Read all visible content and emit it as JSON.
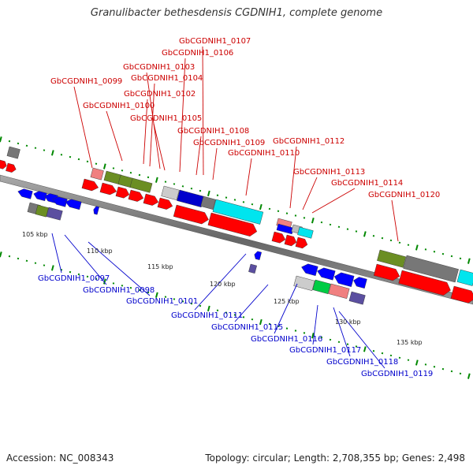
{
  "title": "Granulibacter bethesdensis CGDNIH1, complete genome",
  "footer": {
    "accession": "Accession: NC_008343",
    "summary": "Topology: circular; Length: 2,708,355 bp; Genes: 2,498"
  },
  "scale_labels": [
    "105 kbp",
    "110 kbp",
    "115 kbp",
    "120 kbp",
    "125 kbp",
    "130 kbp",
    "135 kbp"
  ],
  "genes_top": [
    "GbCGDNIH1_0107",
    "GbCGDNIH1_0106",
    "GbCGDNIH1_0103",
    "GbCGDNIH1_0104",
    "GbCGDNIH1_0099",
    "GbCGDNIH1_0102",
    "GbCGDNIH1_0100",
    "GbCGDNIH1_0105",
    "GbCGDNIH1_0108",
    "GbCGDNIH1_0109",
    "GbCGDNIH1_0110",
    "GbCGDNIH1_0112",
    "GbCGDNIH1_0113",
    "GbCGDNIH1_0114",
    "GbCGDNIH1_0120"
  ],
  "genes_bottom": [
    "GbCGDNIH1_0097",
    "GbCGDNIH1_0098",
    "GbCGDNIH1_0101",
    "GbCGDNIH1_0111",
    "GbCGDNIH1_0115",
    "GbCGDNIH1_0116",
    "GbCGDNIH1_0117",
    "GbCGDNIH1_0118",
    "GbCGDNIH1_0119"
  ],
  "colors": {
    "forward": "#ff0000",
    "reverse": "#0000ff",
    "label_top": "#cc0000",
    "label_bottom": "#0000cc",
    "gc_ticks": "#008800"
  }
}
